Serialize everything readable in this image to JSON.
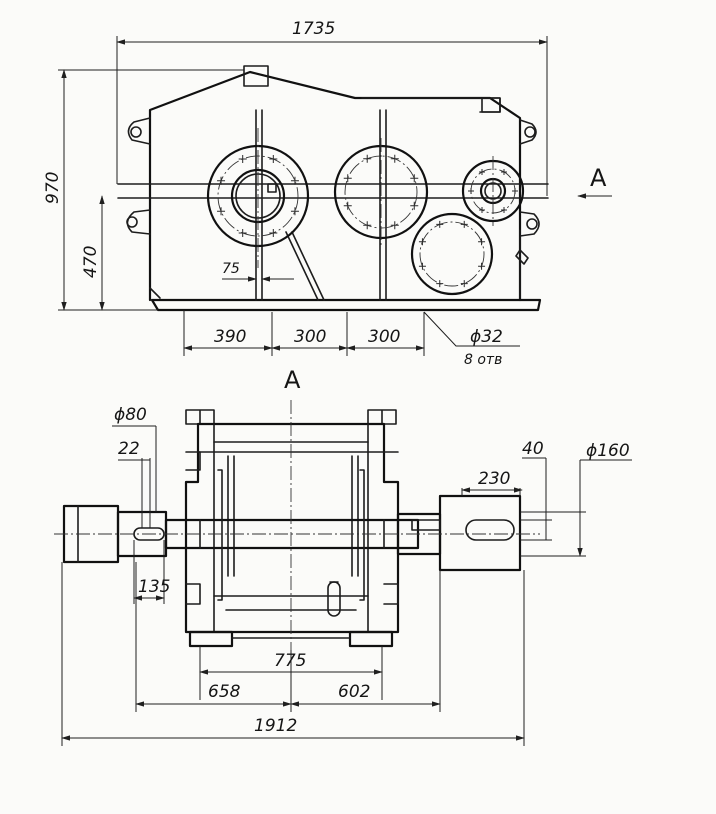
{
  "dimensions": {
    "overall_length": "1735",
    "overall_height": "970",
    "shaft_axis_height": "470",
    "rib_spacing_small": "75",
    "dim_390": "390",
    "dim_300_a": "300",
    "dim_300_b": "300",
    "bolt_hole": "ϕ32",
    "bolt_count": "8 отв",
    "shaft_diameter_small": "ϕ80",
    "key_width": "22",
    "key_length": "135",
    "shaft_diameter_large": "ϕ160",
    "key_offset": "40",
    "shaft_extension": "230",
    "base_width": "775",
    "left_to_center": "658",
    "right_to_center": "602",
    "overall_width": "1912"
  },
  "views": {
    "section_letter": "A",
    "view_title": "A"
  }
}
